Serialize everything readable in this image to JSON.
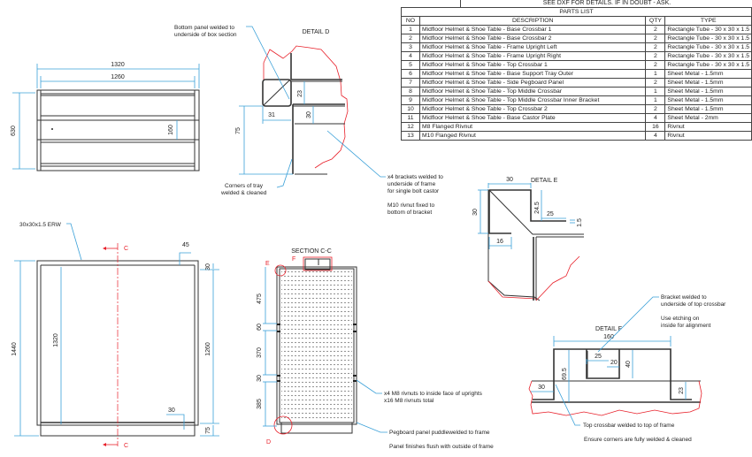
{
  "banner": "SEE DXF FOR DETAILS.   IF IN DOUBT - ASK.",
  "parts_list": {
    "title": "PARTS LIST",
    "headers": [
      "NO",
      "DESCRIPTION",
      "QTY",
      "TYPE"
    ],
    "rows": [
      {
        "no": "1",
        "desc": "Midfloor Helmet & Shoe Table - Base Crossbar 1",
        "qty": "2",
        "type": "Rectangle Tube - 30 x 30 x 1.5"
      },
      {
        "no": "2",
        "desc": "Midfloor Helmet & Shoe Table - Base Crossbar 2",
        "qty": "2",
        "type": "Rectangle Tube - 30 x 30 x 1.5"
      },
      {
        "no": "3",
        "desc": "Midfloor Helmet & Shoe Table - Frame Upright Left",
        "qty": "2",
        "type": "Rectangle Tube - 30 x 30 x 1.5"
      },
      {
        "no": "4",
        "desc": "Midfloor Helmet & Shoe Table - Frame Upright Right",
        "qty": "2",
        "type": "Rectangle Tube - 30 x 30 x 1.5"
      },
      {
        "no": "5",
        "desc": "Midfloor Helmet & Shoe Table - Top Crossbar 1",
        "qty": "2",
        "type": "Rectangle Tube - 30 x 30 x 1.5"
      },
      {
        "no": "6",
        "desc": "Midfloor Helmet & Shoe Table - Base Support Tray Outer",
        "qty": "1",
        "type": "Sheet Metal - 1.5mm"
      },
      {
        "no": "7",
        "desc": "Midfloor Helmet & Shoe Table - Side Pegboard Panel",
        "qty": "2",
        "type": "Sheet Metal - 1.5mm"
      },
      {
        "no": "8",
        "desc": "Midfloor Helmet & Shoe Table - Top Middle Crossbar",
        "qty": "1",
        "type": "Sheet Metal - 1.5mm"
      },
      {
        "no": "9",
        "desc": "Midfloor Helmet & Shoe Table - Top Middle Crossbar Inner Bracket",
        "qty": "1",
        "type": "Sheet Metal - 1.5mm"
      },
      {
        "no": "10",
        "desc": "Midfloor Helmet & Shoe Table - Top Crossbar 2",
        "qty": "2",
        "type": "Sheet Metal - 1.5mm"
      },
      {
        "no": "11",
        "desc": "Midfloor Helmet & Shoe Table - Base Castor Plate",
        "qty": "4",
        "type": "Sheet Metal - 2mm"
      },
      {
        "no": "12",
        "desc": "M8 Flanged Rivnut",
        "qty": "16",
        "type": "Rivnut"
      },
      {
        "no": "13",
        "desc": "M10 Flanged Rivnut",
        "qty": "4",
        "type": "Rivnut"
      }
    ]
  },
  "top_view": {
    "dims": {
      "overall_width": "1320",
      "inner_width": "1260",
      "depth": "630",
      "tray_width": "160"
    }
  },
  "detail_d": {
    "title": "DETAIL D",
    "dims": {
      "d23": "23",
      "d30": "30",
      "d31": "31",
      "d75": "75"
    },
    "notes": {
      "bottom_panel_1": "Bottom panel welded to",
      "bottom_panel_2": "underside of box section",
      "corners_1": "Corners of tray",
      "corners_2": "welded & cleaned",
      "brackets_1": "x4 brackets welded to",
      "brackets_2": "underside of frame",
      "brackets_3": "for single bolt castor",
      "rivnut_1": "M10 rivnut fixed to",
      "rivnut_2": "bottom of bracket"
    }
  },
  "detail_e": {
    "title": "DETAIL E",
    "dims": {
      "w30": "30",
      "h30": "30",
      "d24_5": "24.5",
      "d25": "25",
      "d1_5": "1.5",
      "d16": "16"
    }
  },
  "front_view": {
    "tube_label": "30x30x1.5 ERW",
    "section_marker": "C",
    "dims": {
      "height": "1440",
      "inner_height": "1320",
      "right_height": "1260",
      "top_offset": "45",
      "top_tube": "30",
      "bottom_offset": "30",
      "base": "75"
    }
  },
  "section_cc": {
    "title": "SECTION C-C",
    "markers": {
      "e": "E",
      "f": "F",
      "d": "D"
    },
    "dims": {
      "d475": "475",
      "d60": "60",
      "d370": "370",
      "d30": "30",
      "d385": "385"
    },
    "notes": {
      "rivnuts_1": "x4 M8 rivnuts to inside face of uprights",
      "rivnuts_2": "x16 M8 rivnuts total",
      "pegboard": "Pegboard panel puddlewelded to frame",
      "flush": "Panel finishes flush with outside of frame"
    }
  },
  "detail_f": {
    "title": "DETAIL F",
    "dims": {
      "w160": "160",
      "d25": "25",
      "d20": "20",
      "d40": "40",
      "d69_5": "69.5",
      "d30": "30",
      "d23": "23"
    },
    "notes": {
      "bracket_1": "Bracket welded to",
      "bracket_2": "underside of top crossbar",
      "etching_1": "Use etching on",
      "etching_2": "inside for alignment",
      "top_crossbar": "Top crossbar welded to top of frame",
      "corners": "Ensure corners are fully welded & cleaned"
    }
  }
}
